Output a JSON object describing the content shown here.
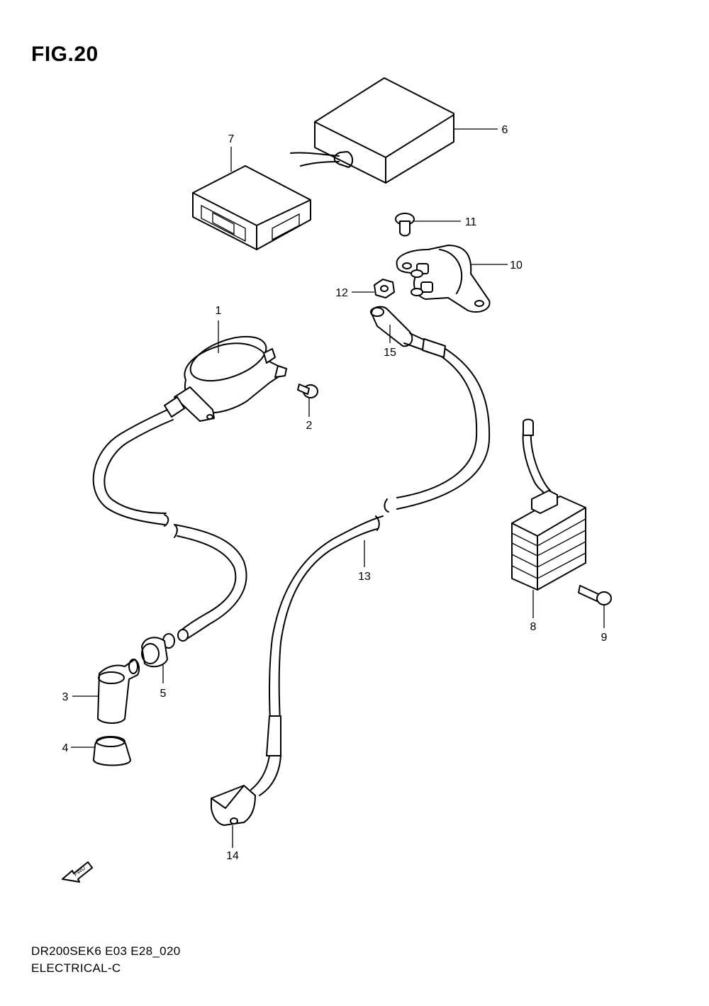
{
  "figure": {
    "title": "FIG.20",
    "code": "DR200SEK6 E03 E28_020",
    "name": "ELECTRICAL-C",
    "fwd_label": "FWD"
  },
  "callouts": [
    {
      "id": "1",
      "label": "1"
    },
    {
      "id": "2",
      "label": "2"
    },
    {
      "id": "3",
      "label": "3"
    },
    {
      "id": "4",
      "label": "4"
    },
    {
      "id": "5",
      "label": "5"
    },
    {
      "id": "6",
      "label": "6"
    },
    {
      "id": "7",
      "label": "7"
    },
    {
      "id": "8",
      "label": "8"
    },
    {
      "id": "9",
      "label": "9"
    },
    {
      "id": "10",
      "label": "10"
    },
    {
      "id": "11",
      "label": "11"
    },
    {
      "id": "12",
      "label": "12"
    },
    {
      "id": "13",
      "label": "13"
    },
    {
      "id": "14",
      "label": "14"
    },
    {
      "id": "15",
      "label": "15"
    }
  ]
}
